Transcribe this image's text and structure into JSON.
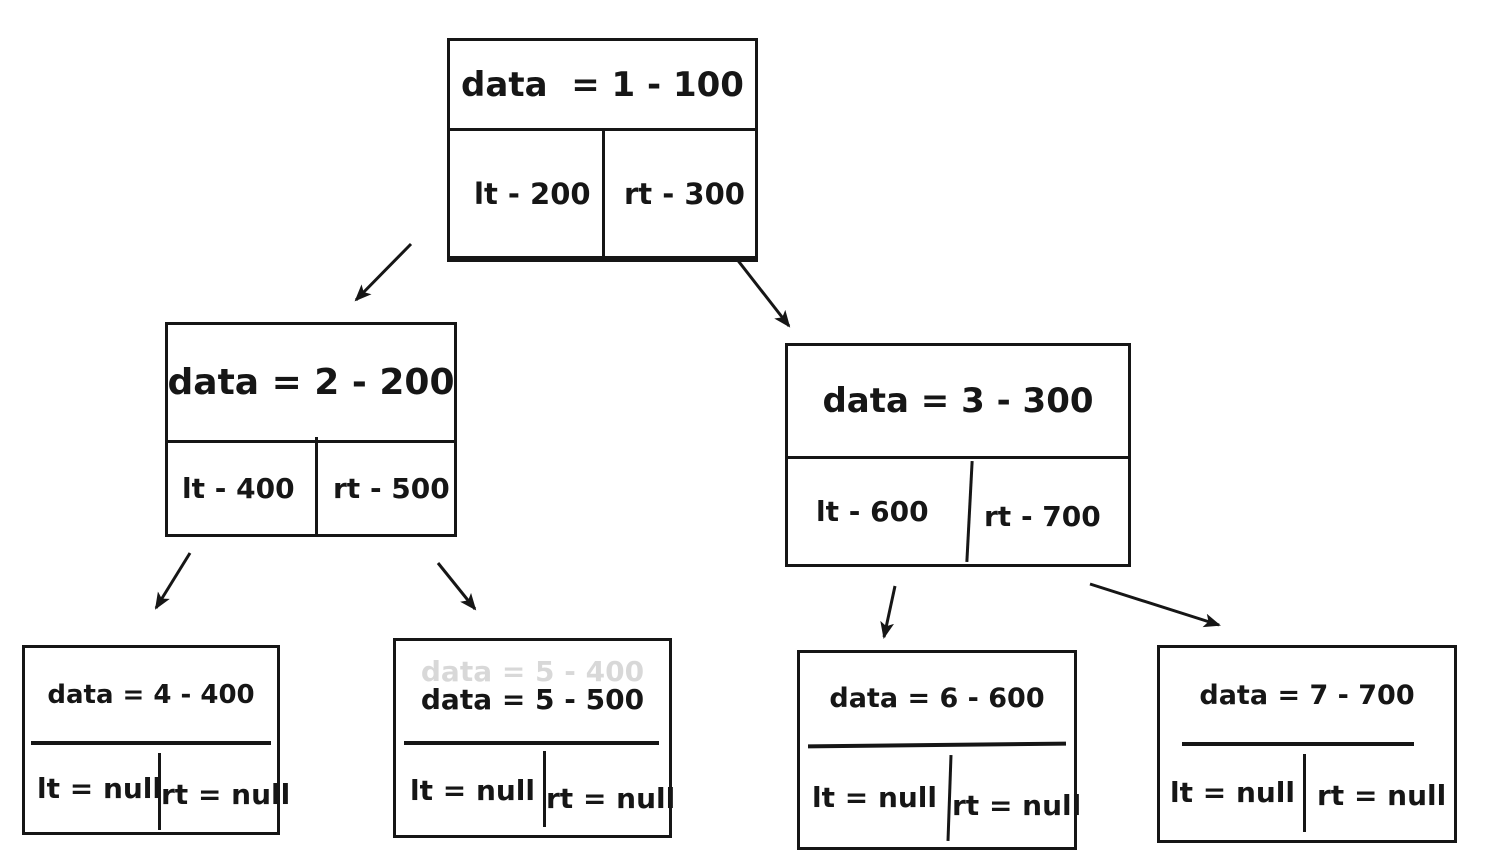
{
  "diagram_type": "binary-tree",
  "colors": {
    "background": "#ffffff",
    "stroke": "#161616",
    "text": "#161616",
    "ghost_text": "#d9d9d9"
  },
  "nodes": [
    {
      "id": 1,
      "data_label": "data  = 1 - 100",
      "lt_label": "lt - 200",
      "rt_label": "rt - 300"
    },
    {
      "id": 2,
      "data_label": "data = 2 - 200",
      "lt_label": "lt - 400",
      "rt_label": "rt - 500"
    },
    {
      "id": 3,
      "data_label": "data = 3 - 300",
      "lt_label": "lt - 600",
      "rt_label": "rt - 700"
    },
    {
      "id": 4,
      "data_label": "data = 4 - 400",
      "lt_label": "lt = null",
      "rt_label": "rt = null"
    },
    {
      "id": 5,
      "data_label": "data = 5 - 500",
      "ghost_label": "data = 5 - 400",
      "lt_label": "lt = null",
      "rt_label": "rt = null"
    },
    {
      "id": 6,
      "data_label": "data = 6 - 600",
      "lt_label": "lt = null",
      "rt_label": "rt = null"
    },
    {
      "id": 7,
      "data_label": "data = 7 - 700",
      "lt_label": "lt = null",
      "rt_label": "rt = null"
    }
  ],
  "edges": [
    {
      "from": 1,
      "to": 2
    },
    {
      "from": 1,
      "to": 3
    },
    {
      "from": 2,
      "to": 4
    },
    {
      "from": 2,
      "to": 5
    },
    {
      "from": 3,
      "to": 6
    },
    {
      "from": 3,
      "to": 7
    }
  ]
}
